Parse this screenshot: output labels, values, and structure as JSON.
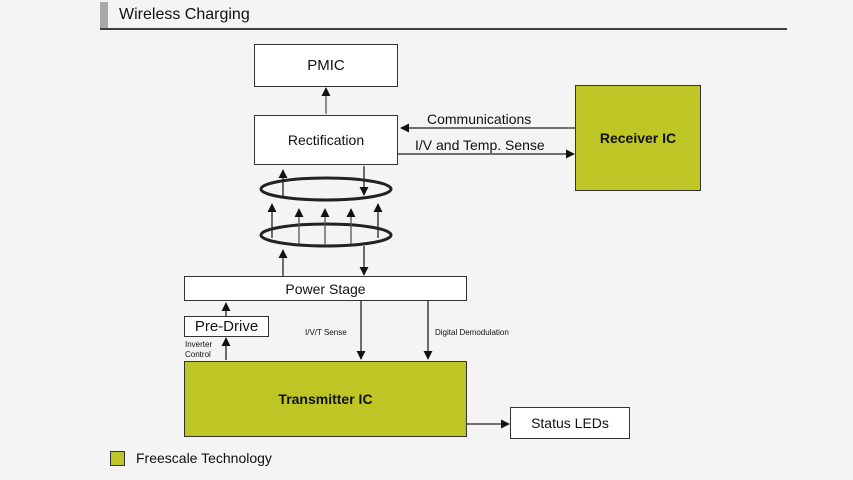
{
  "header": {
    "title": "Wireless Charging"
  },
  "colors": {
    "freescale": "#bdc624",
    "background": "#f4f4f4",
    "line": "#333333"
  },
  "blocks": {
    "pmic": "PMIC",
    "rectification": "Rectification",
    "receiver_ic": "Receiver IC",
    "power_stage": "Power Stage",
    "pre_drive": "Pre-Drive",
    "transmitter_ic": "Transmitter IC",
    "status_leds": "Status LEDs"
  },
  "labels": {
    "communications": "Communications",
    "iv_temp_sense": "I/V and Temp. Sense",
    "ivt_sense": "I/V/T Sense",
    "digital_demodulation": "Digital Demodulation",
    "inverter_control_line1": "Inverter",
    "inverter_control_line2": "Control"
  },
  "legend": {
    "label": "Freescale Technology",
    "icon": "green-square"
  }
}
